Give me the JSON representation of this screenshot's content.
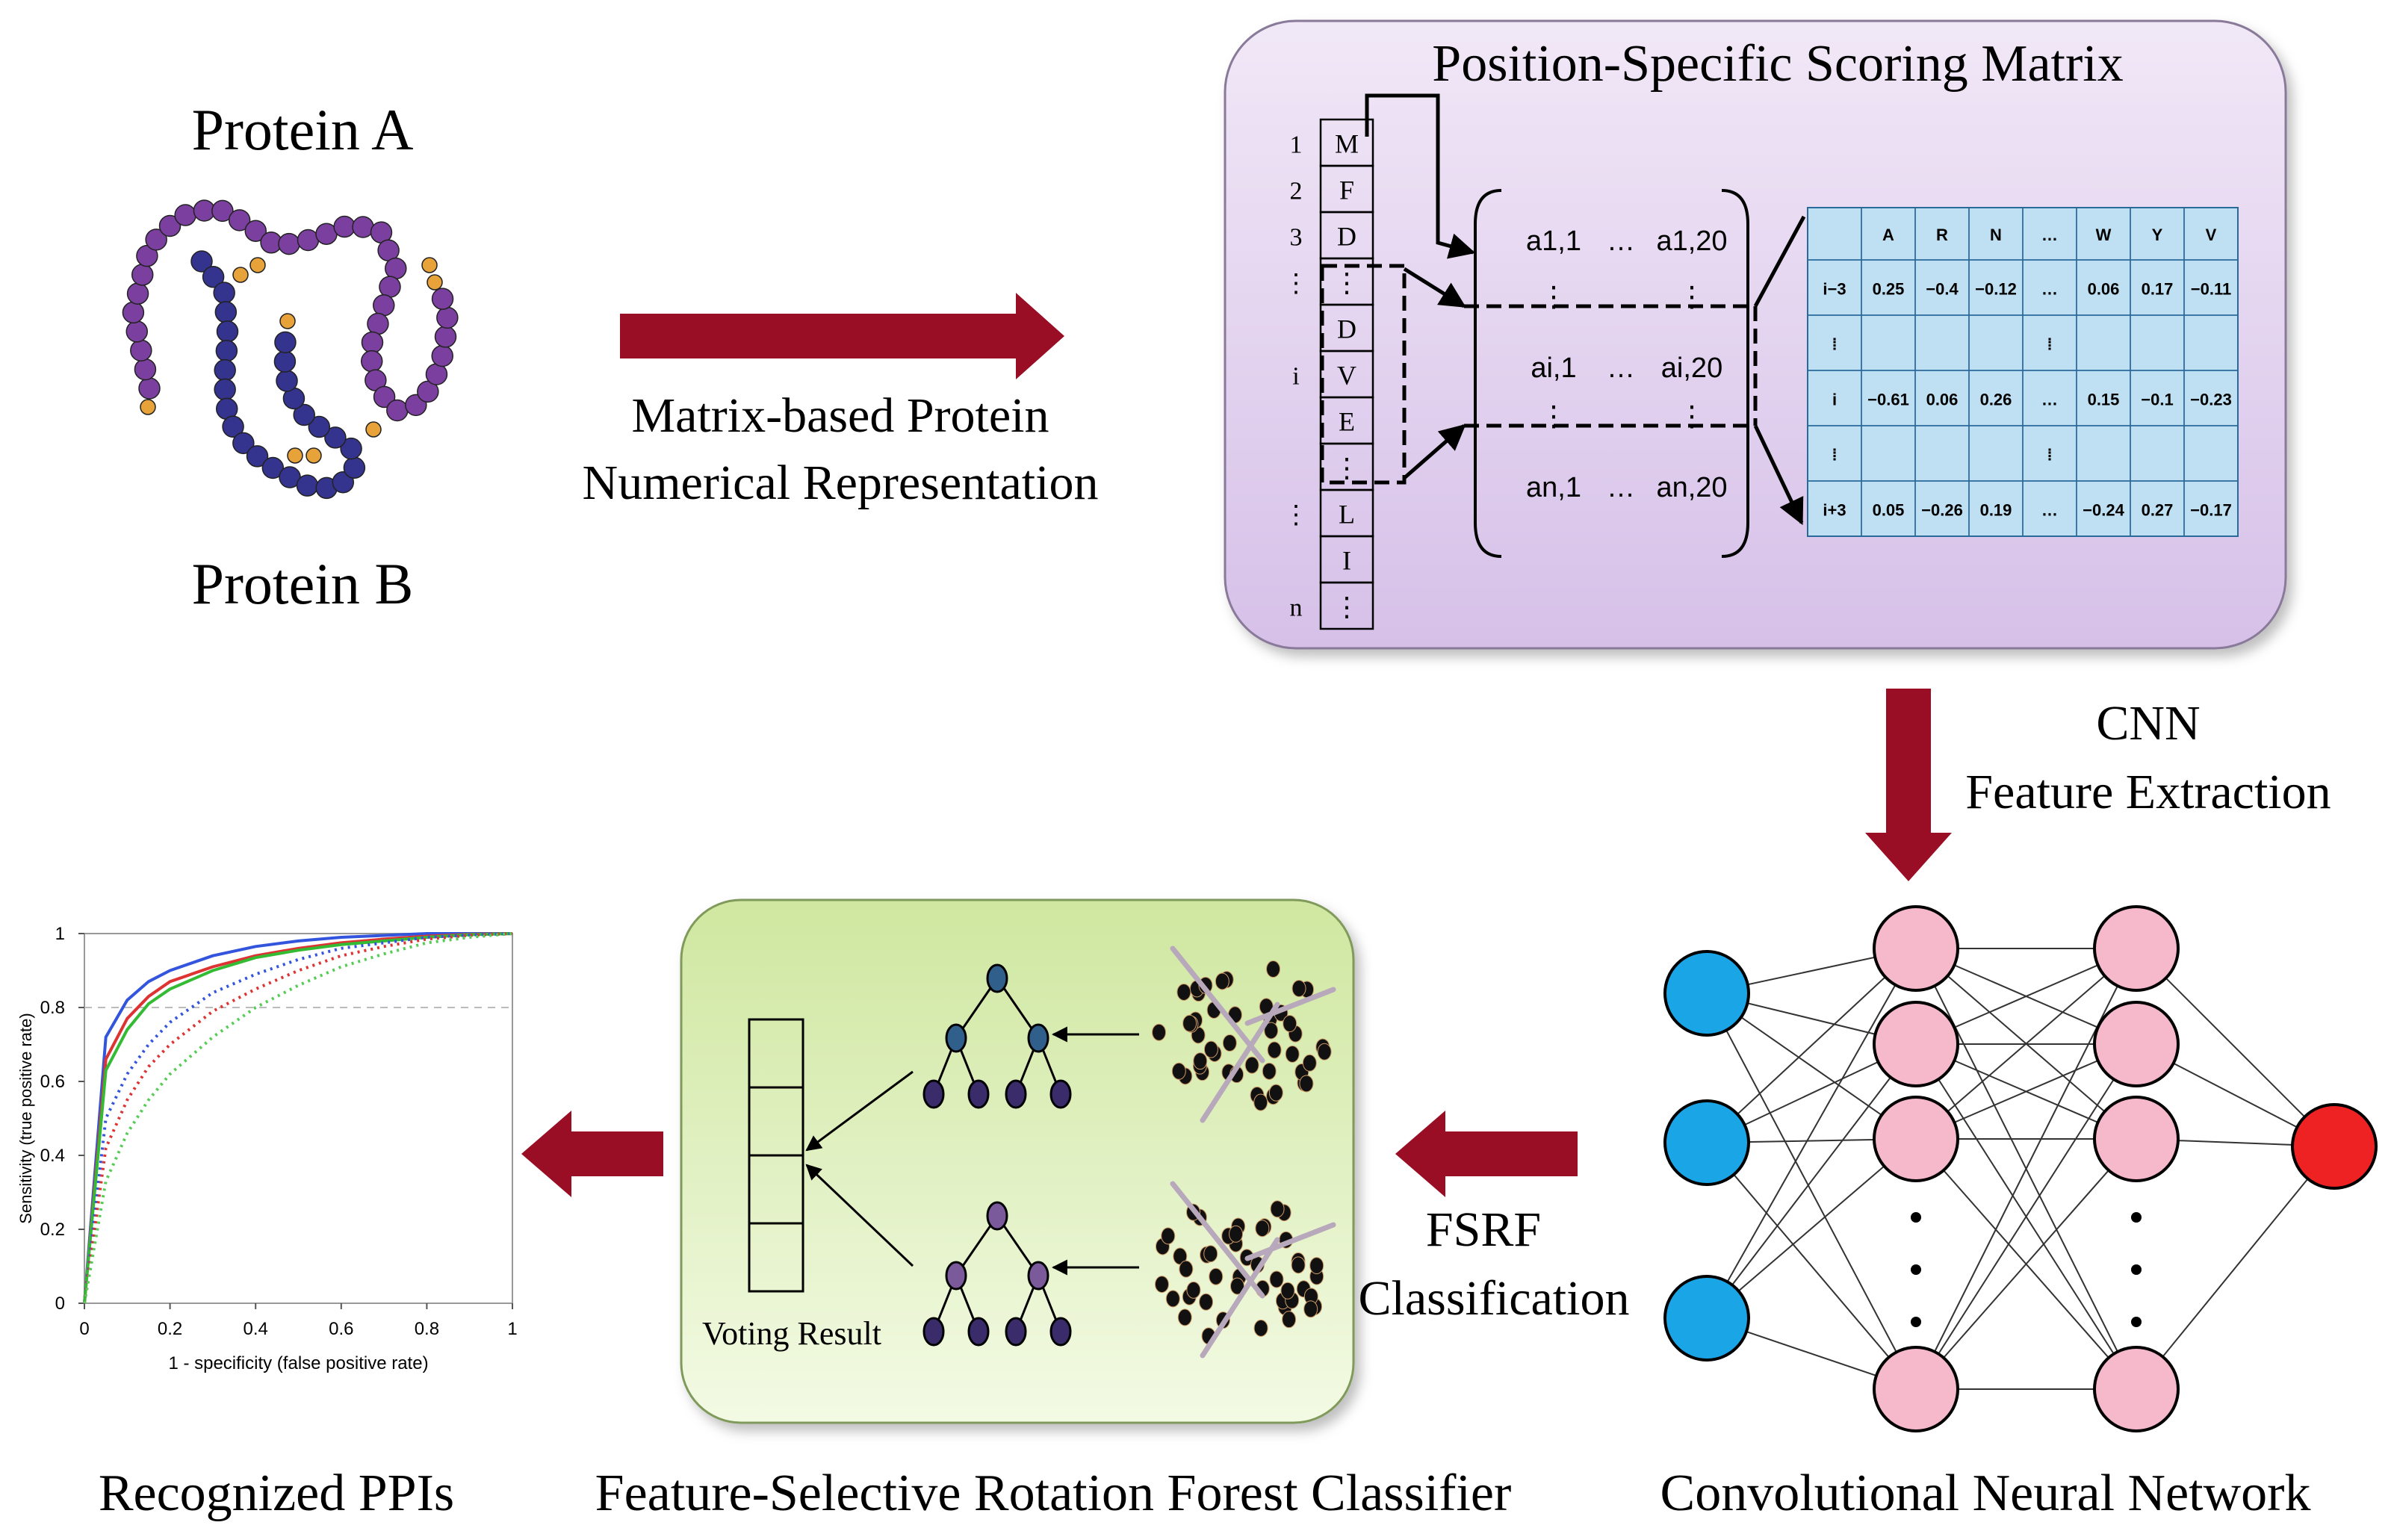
{
  "colors": {
    "arrow": "#9a0e25",
    "pssm_panel": "#dcc6ec",
    "rf_panel": "#dff0b8",
    "table_fill": "#bfe0f3",
    "input_node": "#1aa6e6",
    "hidden_node": "#f6b8cb",
    "output_node": "#ee2222",
    "protein_purple": "#7b3f9f",
    "protein_blue": "#34338e",
    "protein_orange": "#e7a23a"
  },
  "protein": {
    "top_label": "Protein A",
    "bottom_label": "Protein B"
  },
  "step1": {
    "line1": "Matrix-based Protein",
    "line2": "Numerical Representation"
  },
  "pssm": {
    "title": "Position-Specific Scoring Matrix",
    "row_numbers": [
      "1",
      "2",
      "3",
      "⋮",
      "i",
      "⋮",
      "n"
    ],
    "sequence": [
      "M",
      "F",
      "D",
      "⋮",
      "D",
      "V",
      "E",
      "⋮",
      "L",
      "I",
      "⋮"
    ],
    "matrix": {
      "rows": [
        [
          "a1,1",
          "…",
          "a1,20"
        ],
        [
          "⋮",
          "",
          "⋮"
        ],
        [
          "ai,1",
          "…",
          "ai,20"
        ],
        [
          "⋮",
          "",
          "⋮"
        ],
        [
          "an,1",
          "…",
          "an,20"
        ]
      ]
    },
    "table": {
      "header": [
        "",
        "A",
        "R",
        "N",
        "…",
        "W",
        "Y",
        "V"
      ],
      "rows": [
        [
          "i−3",
          "0.25",
          "−0.4",
          "−0.12",
          "…",
          "0.06",
          "0.17",
          "−0.11"
        ],
        [
          "⁞",
          "",
          "",
          "",
          "⁞",
          "",
          "",
          ""
        ],
        [
          "i",
          "−0.61",
          "0.06",
          "0.26",
          "…",
          "0.15",
          "−0.1",
          "−0.23"
        ],
        [
          "⁞",
          "",
          "",
          "",
          "⁞",
          "",
          "",
          ""
        ],
        [
          "i+3",
          "0.05",
          "−0.26",
          "0.19",
          "…",
          "−0.24",
          "0.27",
          "−0.17"
        ]
      ]
    }
  },
  "step2": {
    "line1": "CNN",
    "line2": "Feature Extraction"
  },
  "cnn": {
    "caption": "Convolutional Neural Network"
  },
  "step3": {
    "line1": "FSRF",
    "line2": "Classification"
  },
  "rf": {
    "voting_label": "Voting Result",
    "caption": "Feature-Selective Rotation Forest Classifier"
  },
  "roc": {
    "caption": "Recognized PPIs",
    "chart_data": {
      "type": "line",
      "xlabel": "1 - specificity (false positive rate)",
      "ylabel": "Sensitivity (true positive rate)",
      "xlim": [
        0,
        1
      ],
      "ylim": [
        0,
        1
      ],
      "x_ticks": [
        "0",
        "0.2",
        "0.4",
        "0.6",
        "0.8",
        "1"
      ],
      "y_ticks": [
        "0",
        "0.2",
        "0.4",
        "0.6",
        "0.8",
        "1"
      ],
      "reference_line_y": 0.8,
      "x": [
        0,
        0.05,
        0.1,
        0.15,
        0.2,
        0.3,
        0.4,
        0.5,
        0.6,
        0.7,
        0.8,
        0.9,
        1.0
      ],
      "series": [
        {
          "color": "#3355dd",
          "style": "solid",
          "values": [
            0,
            0.72,
            0.82,
            0.87,
            0.9,
            0.94,
            0.965,
            0.98,
            0.99,
            0.995,
            1,
            1,
            1
          ]
        },
        {
          "color": "#dd3333",
          "style": "solid",
          "values": [
            0,
            0.66,
            0.77,
            0.83,
            0.87,
            0.91,
            0.94,
            0.96,
            0.975,
            0.985,
            0.993,
            0.998,
            1
          ]
        },
        {
          "color": "#33bb33",
          "style": "solid",
          "values": [
            0,
            0.63,
            0.74,
            0.81,
            0.85,
            0.9,
            0.935,
            0.955,
            0.97,
            0.98,
            0.99,
            0.997,
            1
          ]
        },
        {
          "color": "#3355dd",
          "style": "dotted",
          "values": [
            0,
            0.5,
            0.62,
            0.7,
            0.76,
            0.84,
            0.89,
            0.93,
            0.96,
            0.975,
            0.99,
            0.996,
            1
          ]
        },
        {
          "color": "#dd3333",
          "style": "dotted",
          "values": [
            0,
            0.42,
            0.55,
            0.64,
            0.7,
            0.79,
            0.85,
            0.9,
            0.94,
            0.965,
            0.985,
            0.995,
            1
          ]
        },
        {
          "color": "#55cc55",
          "style": "dotted",
          "values": [
            0,
            0.33,
            0.46,
            0.55,
            0.62,
            0.72,
            0.8,
            0.86,
            0.91,
            0.945,
            0.975,
            0.99,
            1
          ]
        }
      ]
    }
  }
}
